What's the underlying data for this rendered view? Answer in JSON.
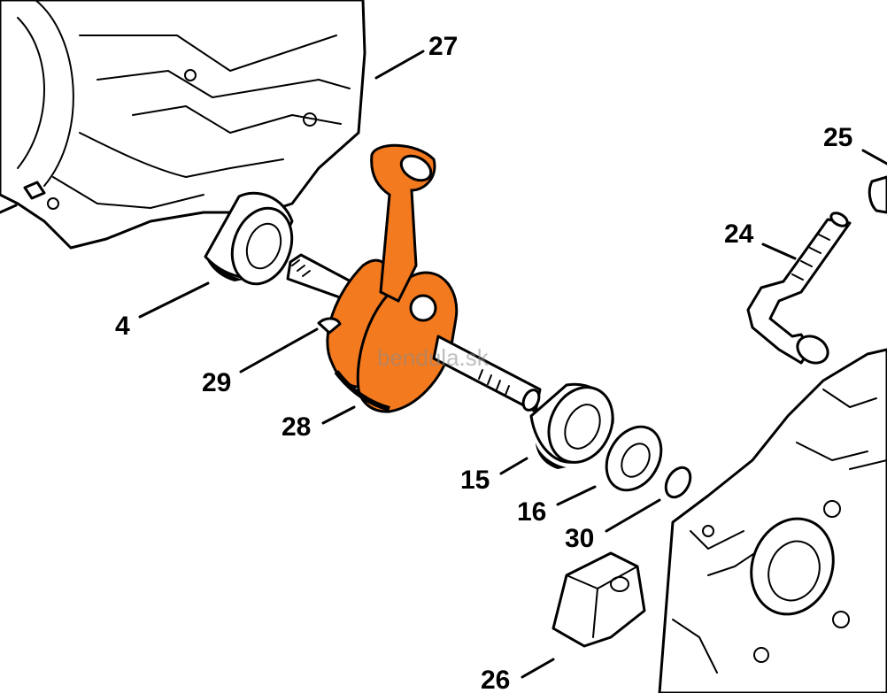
{
  "diagram": {
    "highlight_color": "#f47a20",
    "watermark": "bendula.sk",
    "callouts": [
      {
        "id": "27",
        "text": "27",
        "part": "gasket"
      },
      {
        "id": "25",
        "text": "25",
        "part": "fitting"
      },
      {
        "id": "24",
        "text": "24",
        "part": "impulse-hose"
      },
      {
        "id": "4",
        "text": "4",
        "part": "left-bearing"
      },
      {
        "id": "29",
        "text": "29",
        "part": "woodruff-key"
      },
      {
        "id": "28",
        "text": "28",
        "part": "crankshaft"
      },
      {
        "id": "15",
        "text": "15",
        "part": "right-bearing"
      },
      {
        "id": "16",
        "text": "16",
        "part": "oil-seal"
      },
      {
        "id": "30",
        "text": "30",
        "part": "circlip"
      },
      {
        "id": "26",
        "text": "26",
        "part": "annular-buffer"
      }
    ]
  }
}
